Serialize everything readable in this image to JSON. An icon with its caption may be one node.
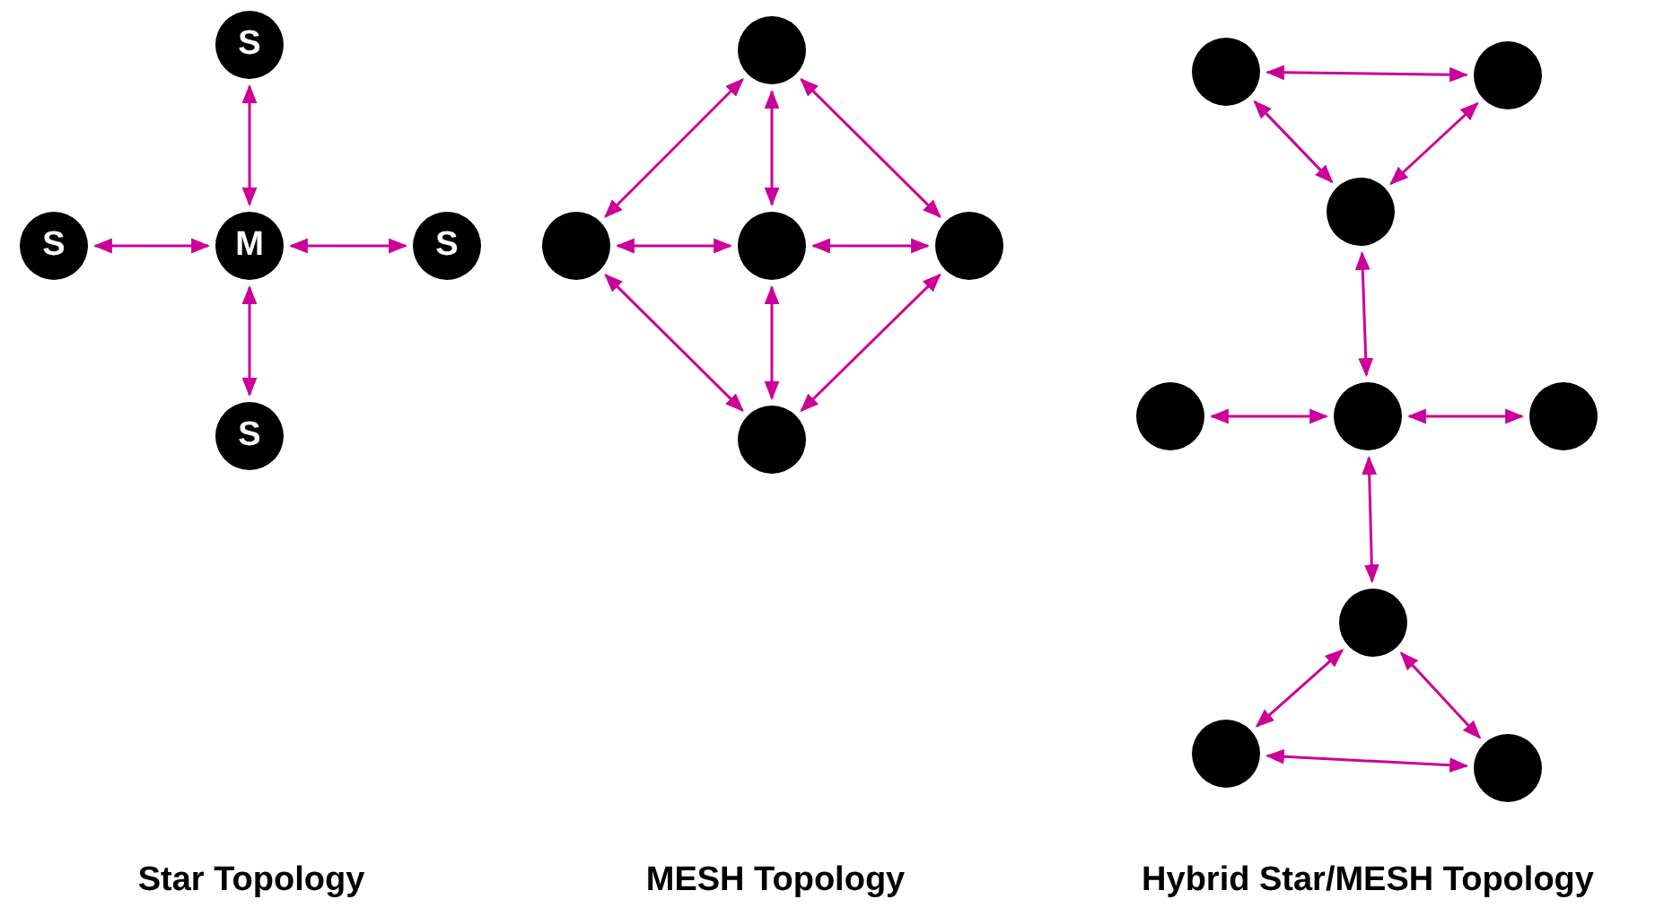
{
  "diagram": {
    "nodes": [
      {
        "text": [
          "S"
        ]
      },
      {
        "text": [
          "S"
        ]
      },
      {
        "text": [
          "M"
        ]
      },
      {
        "text": [
          "S"
        ]
      },
      {
        "text": [
          "S"
        ]
      },
      {
        "text": [],
        "shape": "circle"
      },
      {
        "text": [],
        "shape": "circle"
      },
      {
        "text": [],
        "shape": "circle"
      },
      {
        "text": [],
        "shape": "circle"
      },
      {
        "text": [],
        "shape": "circle"
      },
      {
        "text": [],
        "shape": "circle"
      },
      {
        "text": [],
        "shape": "circle"
      },
      {
        "text": [],
        "shape": "circle"
      },
      {
        "text": [],
        "shape": "circle"
      },
      {
        "text": [],
        "shape": "circle"
      },
      {
        "text": [],
        "shape": "circle"
      },
      {
        "text": [],
        "shape": "circle"
      },
      {
        "text": [],
        "shape": "circle"
      },
      {
        "text": [],
        "shape": "circle"
      }
    ],
    "edges": [
      {
        "from": 0,
        "to": 2,
        "arrow": "both"
      },
      {
        "from": 1,
        "to": 2,
        "arrow": "both"
      },
      {
        "from": 2,
        "to": 3,
        "arrow": "both"
      },
      {
        "from": 2,
        "to": 4,
        "arrow": "both"
      },
      {
        "from": 5,
        "to": 6,
        "arrow": "both"
      },
      {
        "from": 5,
        "to": 7,
        "arrow": "both"
      },
      {
        "from": 5,
        "to": 8,
        "arrow": "both"
      },
      {
        "from": 6,
        "to": 7,
        "arrow": "both"
      },
      {
        "from": 7,
        "to": 8,
        "arrow": "both"
      },
      {
        "from": 6,
        "to": 9,
        "arrow": "both"
      },
      {
        "from": 7,
        "to": 9,
        "arrow": "both"
      },
      {
        "from": 8,
        "to": 9,
        "arrow": "both"
      },
      {
        "from": 10,
        "to": 11,
        "arrow": "both"
      },
      {
        "from": 10,
        "to": 12,
        "arrow": "both"
      },
      {
        "from": 11,
        "to": 12,
        "arrow": "both"
      },
      {
        "from": 12,
        "to": 14,
        "arrow": "both"
      },
      {
        "from": 13,
        "to": 14,
        "arrow": "both"
      },
      {
        "from": 14,
        "to": 15,
        "arrow": "both"
      },
      {
        "from": 14,
        "to": 16,
        "arrow": "both"
      },
      {
        "from": 16,
        "to": 17,
        "arrow": "both"
      },
      {
        "from": 16,
        "to": 18,
        "arrow": "both"
      },
      {
        "from": 17,
        "to": 18,
        "arrow": "both"
      }
    ],
    "labels": [
      "Star Topology",
      "MESH Topology",
      "Hybrid Star/MESH Topology"
    ]
  }
}
